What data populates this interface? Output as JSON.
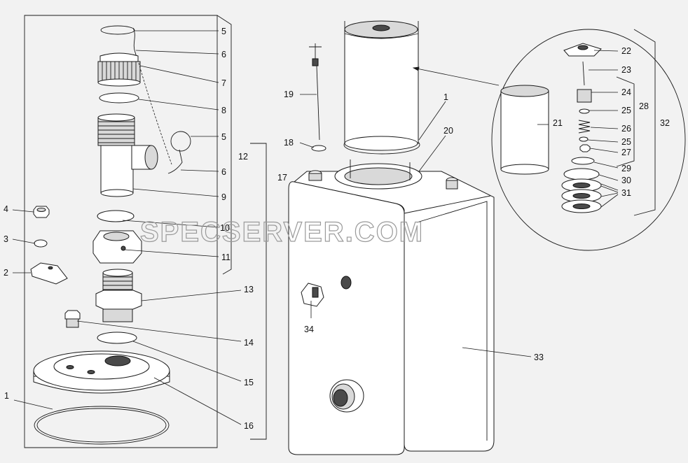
{
  "watermark": "SPECSERVER.COM",
  "callouts": {
    "c_1a": "1",
    "c_1b": "1",
    "c_2": "2",
    "c_3": "3",
    "c_4": "4",
    "c_5a": "5",
    "c_5b": "5",
    "c_6a": "6",
    "c_6b": "6",
    "c_7": "7",
    "c_8": "8",
    "c_9": "9",
    "c_10": "10",
    "c_11": "11",
    "c_12": "12",
    "c_13": "13",
    "c_14": "14",
    "c_15": "15",
    "c_16": "16",
    "c_17": "17",
    "c_18": "18",
    "c_19": "19",
    "c_20": "20",
    "c_21": "21",
    "c_22": "22",
    "c_23": "23",
    "c_24": "24",
    "c_25a": "25",
    "c_25b": "25",
    "c_26": "26",
    "c_27": "27",
    "c_28": "28",
    "c_29": "29",
    "c_30": "30",
    "c_31": "31",
    "c_32": "32",
    "c_33": "33",
    "c_34": "34"
  }
}
